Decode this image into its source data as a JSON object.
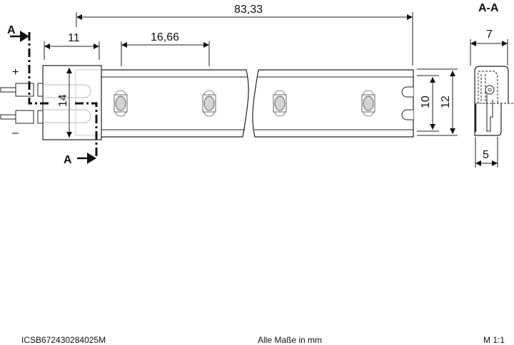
{
  "drawing": {
    "dimensions": {
      "total_length": "83,33",
      "connector_length": "11",
      "led_pitch": "16,66",
      "connector_height": "14",
      "inner_width": "10",
      "strip_width": "12",
      "section_width": "7",
      "section_bottom_width": "5"
    },
    "section_marker": "A",
    "section_title": "A-A",
    "polarity": {
      "plus": "+",
      "minus": "–"
    }
  },
  "footer": {
    "article_number": "ICSB672430284025M",
    "units_note": "Alle Maße in mm",
    "scale": "M 1:1"
  }
}
